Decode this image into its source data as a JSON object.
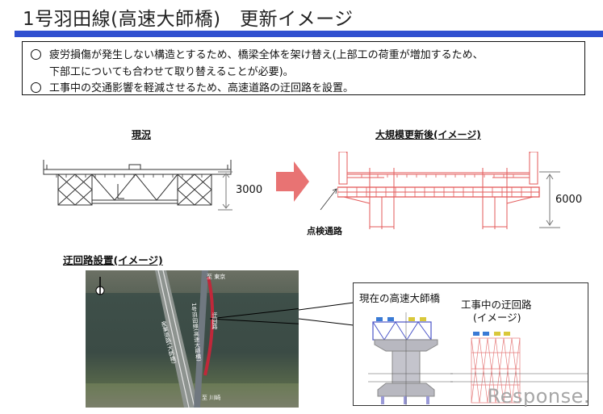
{
  "header": {
    "title": "1号羽田線(高速大師橋)　更新イメージ",
    "rule_color": "#2f4fd0"
  },
  "summary": {
    "items": [
      {
        "line1": "疲労損傷が発生しない構造とするため、橋梁全体を架け替え(上部工の荷重が増加するため、",
        "line2": "下部工についても合わせて取り替えることが必要)。"
      },
      {
        "line1": "工事中の交通影響を軽減させるため、高速道路の迂回路を設置。"
      }
    ]
  },
  "cross_sections": {
    "current": {
      "caption": "現況",
      "height_label": "3000",
      "color": "#333333"
    },
    "arrow_color": "#e87373",
    "after": {
      "caption": "大規模更新後(イメージ)",
      "height_label": "6000",
      "annotation": "点検通路",
      "color": "#e35a5a"
    }
  },
  "detour": {
    "caption": "迂回路設置(イメージ)",
    "map": {
      "labels": {
        "tokyo": "至 東京",
        "kawasaki": "至 川崎",
        "route1": "1号羽田線(高速大師橋)",
        "bypass": "迂回路",
        "other_road": "産業道路(大師橋)"
      }
    },
    "inset": {
      "current_label": "現在の高速大師橋",
      "detour_label": "工事中の迂回路",
      "detour_sub": "(イメージ)"
    }
  },
  "watermark": {
    "text": "Response."
  }
}
